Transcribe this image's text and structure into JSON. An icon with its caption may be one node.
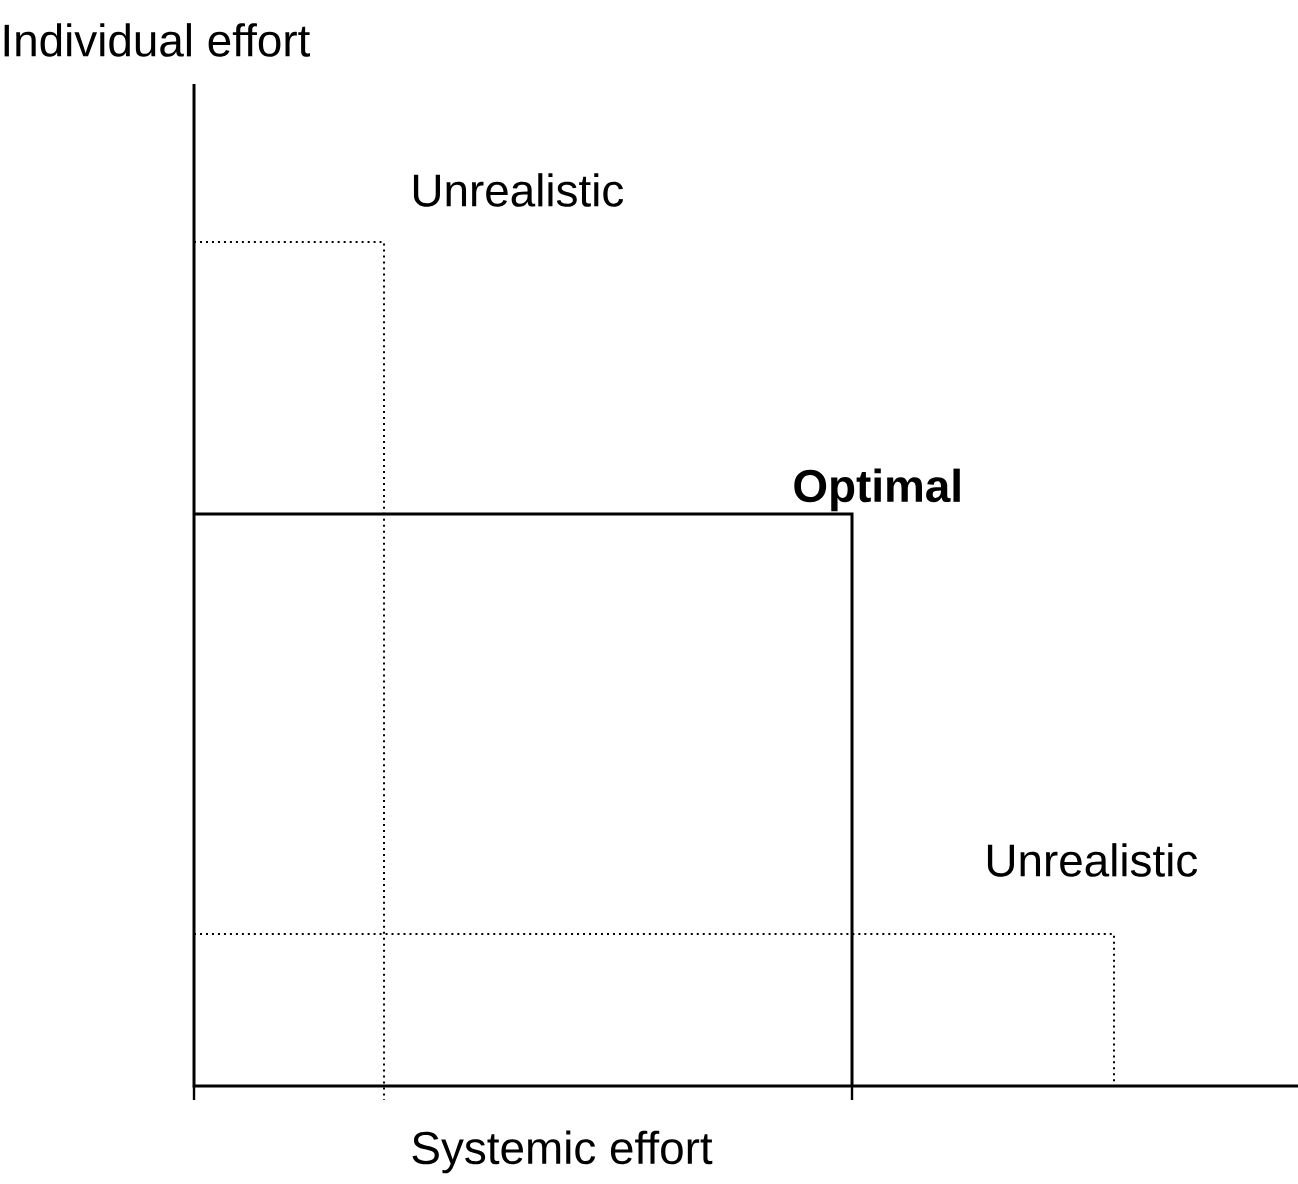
{
  "diagram": {
    "labels": [
      "Individual effort",
      "Unrealistic",
      "Optimal",
      "Unrealistic",
      "Systemic effort"
    ]
  }
}
